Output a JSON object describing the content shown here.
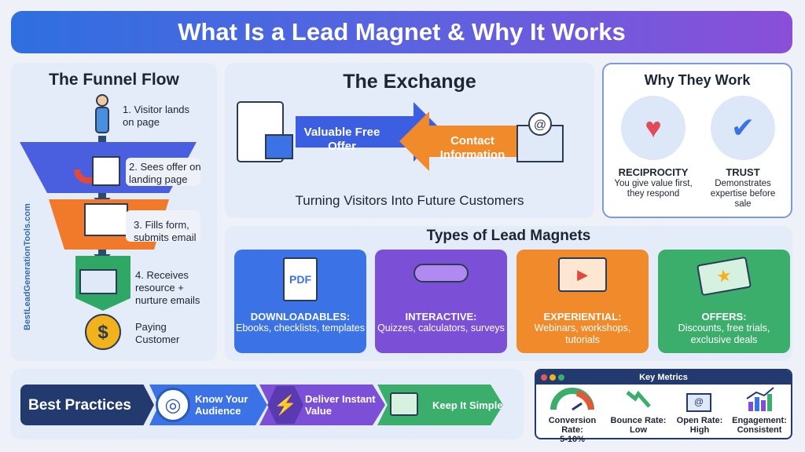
{
  "title": "What Is a Lead Magnet & Why It Works",
  "funnel": {
    "heading": "The Funnel Flow",
    "steps": [
      "1. Visitor lands on page",
      "2. Sees offer on landing page",
      "3. Fills form, submits email",
      "4. Receives resource + nurture emails",
      "Paying Customer"
    ],
    "watermark": "BestLeadGenerationTools.com",
    "colors": [
      "#3f63e0",
      "#f07a2a",
      "#2fa866",
      "#f2b21c"
    ]
  },
  "exchange": {
    "heading": "The Exchange",
    "offer": "Valuable Free Offer",
    "contact": "Contact Information",
    "caption": "Turning Visitors Into Future Customers"
  },
  "why": {
    "heading": "Why They Work",
    "items": [
      {
        "title": "RECIPROCITY",
        "desc": "You give value first, they respond",
        "icon": "handshake-icon"
      },
      {
        "title": "TRUST",
        "desc": "Demonstrates expertise before sale",
        "icon": "shield-check-icon"
      }
    ]
  },
  "types": {
    "heading": "Types of Lead Magnets",
    "cards": [
      {
        "title": "DOWNLOADABLES:",
        "desc": "Ebooks, checklists, templates",
        "icon": "pdf-icon",
        "icon_label": "PDF",
        "color": "#3b73e6"
      },
      {
        "title": "INTERACTIVE:",
        "desc": "Quizzes, calculators, surveys",
        "icon": "click-button-icon",
        "color": "#7b4fd6"
      },
      {
        "title": "EXPERIENTIAL:",
        "desc": "Webinars, workshops, tutorials",
        "icon": "video-play-icon",
        "color": "#f08a2a"
      },
      {
        "title": "OFFERS:",
        "desc": "Discounts, free trials, exclusive deals",
        "icon": "ticket-icon",
        "color": "#3aae6a"
      }
    ]
  },
  "practices": {
    "heading": "Best Practices",
    "items": [
      {
        "label": "Know Your Audience",
        "icon": "target-icon"
      },
      {
        "label": "Deliver Instant Value",
        "icon": "lightning-icon"
      },
      {
        "label": "Keep It Simple",
        "icon": "layout-icon"
      }
    ]
  },
  "metrics": {
    "heading": "Key Metrics",
    "items": [
      {
        "label": "Conversion Rate:",
        "value": "5-10%",
        "icon": "gauge-icon"
      },
      {
        "label": "Bounce Rate:",
        "value": "Low",
        "icon": "trend-down-icon"
      },
      {
        "label": "Open Rate:",
        "value": "High",
        "icon": "email-open-icon"
      },
      {
        "label": "Engagement:",
        "value": "Consistent",
        "icon": "bar-chart-up-icon"
      }
    ]
  }
}
